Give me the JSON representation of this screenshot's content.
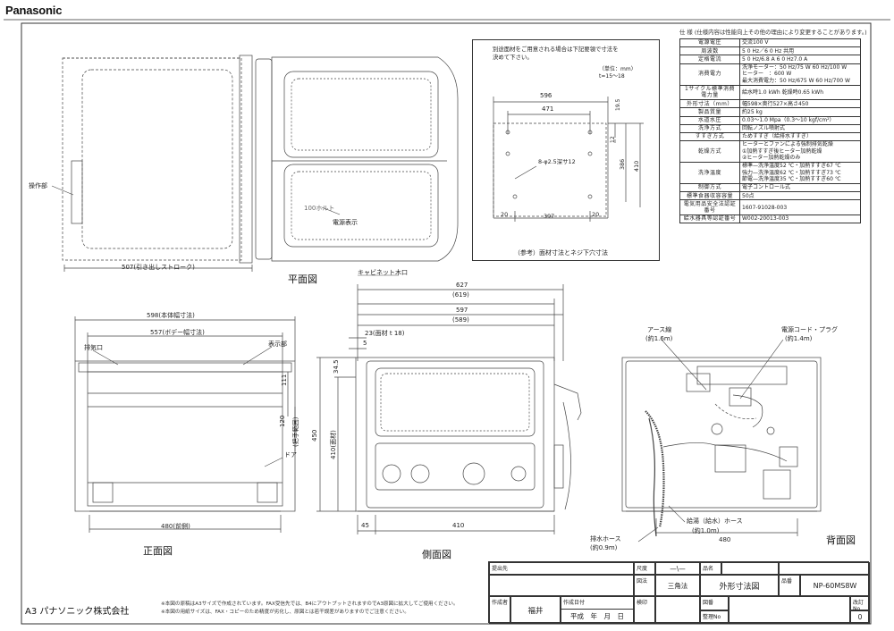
{
  "brand": "Panasonic",
  "company": "A3 パナソニック株式会社",
  "spec": {
    "caption": "仕 様 (仕様内容は性能向上その他の理由により変更することがあります。)",
    "rows": [
      {
        "k": "電源電圧",
        "v": "交流100 V"
      },
      {
        "k": "周波数",
        "v": "5 0 Hz／6 0 Hz 共用"
      },
      {
        "k": "定格電流",
        "v": "5 0 Hz/6.8 A 6 0 Hz7.0 A"
      },
      {
        "k": "消費電力",
        "v": "洗浄モーター：50 Hz/75 W 60 Hz/100 W\nヒーター　：600 W\n最大消費電力：50 Hz/675 W 60 Hz/700 W"
      },
      {
        "k": "1サイクル標準消費電力量",
        "v": "給水時1.0 kWh 乾燥時0.65 kWh"
      },
      {
        "k": "外形寸法（mm）",
        "v": "幅598×奥行527×高さ450"
      },
      {
        "k": "製品質量",
        "v": "約25 kg"
      },
      {
        "k": "水道水圧",
        "v": "0.03〜1.0 Mpa（0.3〜10 kgf/cm²）"
      },
      {
        "k": "洗浄方式",
        "v": "回転ノズル噴射式"
      },
      {
        "k": "すすぎ方式",
        "v": "ためすすぎ（給排水すすぎ）"
      },
      {
        "k": "乾燥方式",
        "v": "ヒーターとファンによる強制排気乾燥\n①加熱すすぎ後ヒーター加熱乾燥\n②ヒーター加熱乾燥のみ"
      },
      {
        "k": "洗浄温度",
        "v": "標準—洗浄温度52 ℃・加熱すすぎ67 ℃\n強力—洗浄温度62 ℃・加熱すすぎ73 ℃\n節電—洗浄温度35 ℃・加熱すすぎ60 ℃"
      },
      {
        "k": "制御方式",
        "v": "電子コントロール式"
      },
      {
        "k": "標準食器収容容量",
        "v": "50点"
      },
      {
        "k": "電気用品安全法認証番号",
        "v": "1607-91028-003"
      },
      {
        "k": "給水器具等認証番号",
        "v": "W002-20013-003"
      }
    ]
  },
  "reference": {
    "note": "別途面材をご用意される場合は下記要領で寸法を\n決めて下さい。",
    "unit": "（単位：mm）\nt=15〜18",
    "caption": "（参考）面材寸法とネジ下穴寸法",
    "dims": {
      "w596": "596",
      "w471": "471",
      "d195": "19.5",
      "d12": "12",
      "h386": "386",
      "h410": "410",
      "hole": "8-φ2.5深サ12",
      "b20a": "20",
      "b397": "397",
      "b20b": "20"
    }
  },
  "plan": {
    "title": "平面図",
    "label_control": "操作部",
    "label_bolt": "100ホルト",
    "label_power": "電源表示",
    "dim_stroke": "507(引き出しストローク)"
  },
  "front": {
    "title": "正面図",
    "dim_598": "598(本体幅寸法)",
    "dim_557": "557(ボデー幅寸法)",
    "dim_480": "480(前側)",
    "label_exhaust": "排気口",
    "label_display": "表示部",
    "label_door": "ドア",
    "dim_111": "111",
    "dim_120": "120",
    "dim_handle": "(把手範囲)"
  },
  "side": {
    "title": "側面図",
    "label_cabinet": "キャビネット木口",
    "dim_627": "627",
    "dim_619": "(619)",
    "dim_597": "597",
    "dim_589": "(589)",
    "dim_23": "23(面材 t 18)",
    "dim_5": "5",
    "dim_345": "34.5",
    "dim_450": "450",
    "dim_410": "410(面材)",
    "dim_45": "45",
    "dim_410b": "410"
  },
  "back": {
    "title": "背面図",
    "label_earth": "アース線",
    "label_earth_len": "(約1.6m)",
    "label_cord": "電源コード・プラグ",
    "label_cord_len": "(約1.4m)",
    "label_supply": "給湯（給水）ホース",
    "label_supply_len": "(約1.0m)",
    "label_drain": "排水ホース",
    "label_drain_len": "(約0.9m)",
    "dim_480": "480"
  },
  "notes": [
    "※本図の原稿はA3サイズで作成されています。FAX受信先では、B4にアウトプットされますのでA3原図に拡大してご使用ください。",
    "※本図の用紙サイズは、FAX・コピーのため精度が劣化し、原図とは若干誤差がありますのでご注意ください。"
  ],
  "titleblock": {
    "submit_label": "提出先",
    "scale_label": "尺度",
    "scale_value": "—\\—",
    "name_label": "品名",
    "method_label": "図法",
    "method_value": "三角法",
    "drawing_name": "外形寸法図",
    "product_label": "品番",
    "product_value": "NP-60MS8W",
    "author_label": "作成者",
    "author_value": "福井",
    "date_label": "作成日付",
    "date_value": "平成　年　月　日",
    "mark_label": "検印",
    "dwg_label": "図番",
    "mgmt_label": "整理No",
    "rev_label": "改訂No",
    "rev_value": "0"
  }
}
